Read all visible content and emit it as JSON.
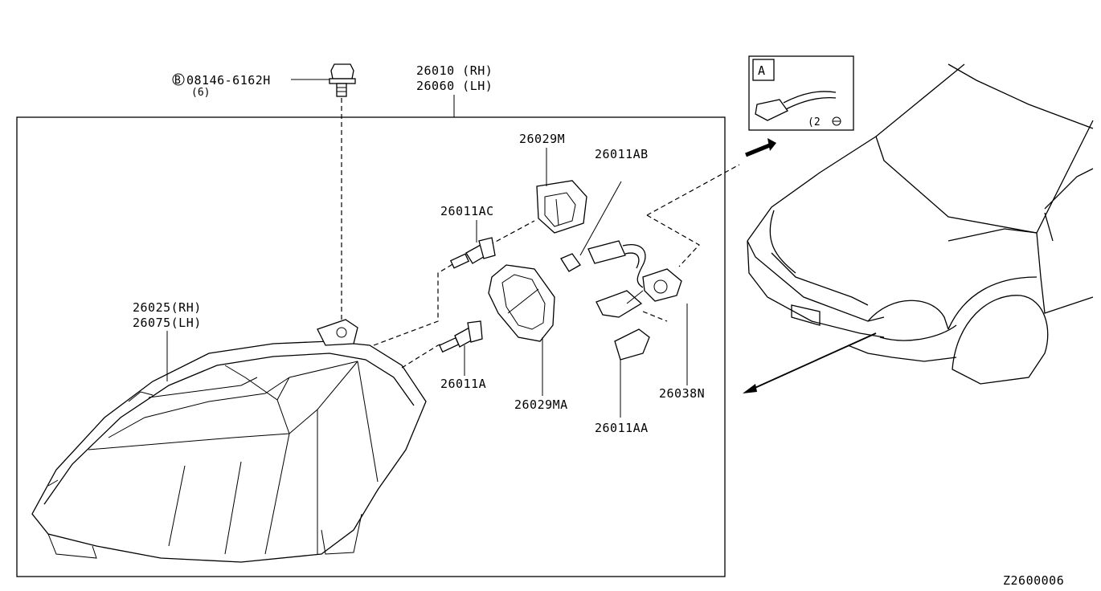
{
  "bolt": {
    "part": "08146-6162H",
    "qty": "(6)",
    "marker": "B"
  },
  "headlamp_assy": {
    "rh": "26010 (RH)",
    "lh": "26060 (LH)"
  },
  "housing": {
    "rh": "26025(RH)",
    "lh": "26075(LH)"
  },
  "parts": {
    "p26029M": "26029M",
    "p26011AB": "26011AB",
    "p26011AC": "26011AC",
    "p26011A": "26011A",
    "p26029MA": "26029MA",
    "p26038N": "26038N",
    "p26011AA": "26011AA"
  },
  "inset": {
    "label": "A",
    "qty": "(2"
  },
  "diagram_code": "Z2600006"
}
